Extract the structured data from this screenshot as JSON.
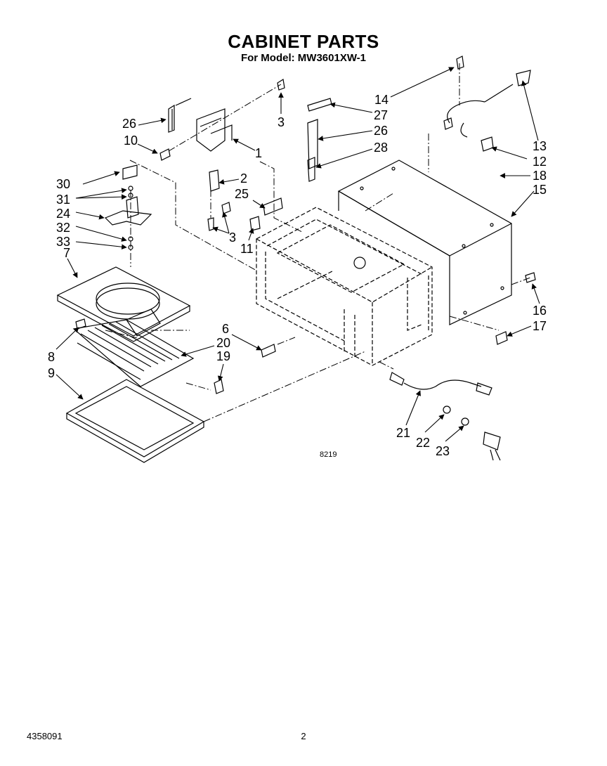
{
  "header": {
    "title": "CABINET PARTS",
    "subtitle": "For Model: MW3601XW-1"
  },
  "figure_number": "8219",
  "footer": {
    "doc_number": "4358091",
    "page_number": "2"
  },
  "callouts": [
    "1",
    "2",
    "3",
    "3",
    "6",
    "7",
    "8",
    "9",
    "10",
    "11",
    "12",
    "13",
    "14",
    "15",
    "16",
    "17",
    "18",
    "19",
    "20",
    "21",
    "22",
    "23",
    "24",
    "25",
    "26",
    "26",
    "27",
    "28",
    "30",
    "31",
    "32",
    "33"
  ]
}
